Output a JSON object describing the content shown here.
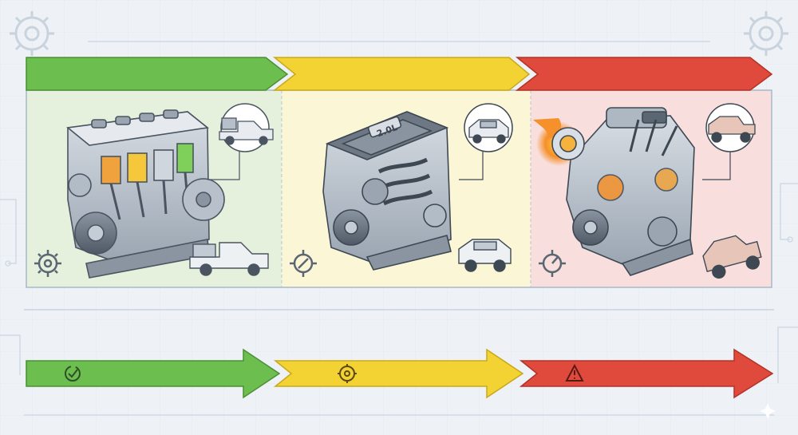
{
  "engine_label": "2.0L",
  "colors": {
    "background": "#eef2f7",
    "green": "#6cbf4e",
    "yellow": "#f3d233",
    "red": "#e04a3c",
    "panel_green": "#e5f1dc",
    "panel_yellow": "#fbf6d6",
    "panel_red": "#f8dedd",
    "line": "#9fb3c6",
    "ink": "#4a5561",
    "flame": "#f5902a"
  },
  "stages": [
    {
      "color_key": "green",
      "engine_icon": "inline-engine-cutaway-icon",
      "vehicle_icons": [
        "pickup-truck-icon",
        "pickup-truck-icon"
      ],
      "status_icon": "check-circle-icon",
      "gear_icon": "gear-icon"
    },
    {
      "color_key": "yellow",
      "engine_icon": "four-cylinder-engine-icon",
      "vehicle_icons": [
        "hatchback-car-icon",
        "suv-car-icon"
      ],
      "status_icon": "target-gear-icon",
      "gear_icon": "compass-gear-icon"
    },
    {
      "color_key": "red",
      "engine_icon": "turbo-v-engine-icon",
      "vehicle_icons": [
        "offroad-truck-icon",
        "offroad-truck-icon"
      ],
      "status_icon": "warning-triangle-icon",
      "gear_icon": "gauge-gear-icon"
    }
  ]
}
